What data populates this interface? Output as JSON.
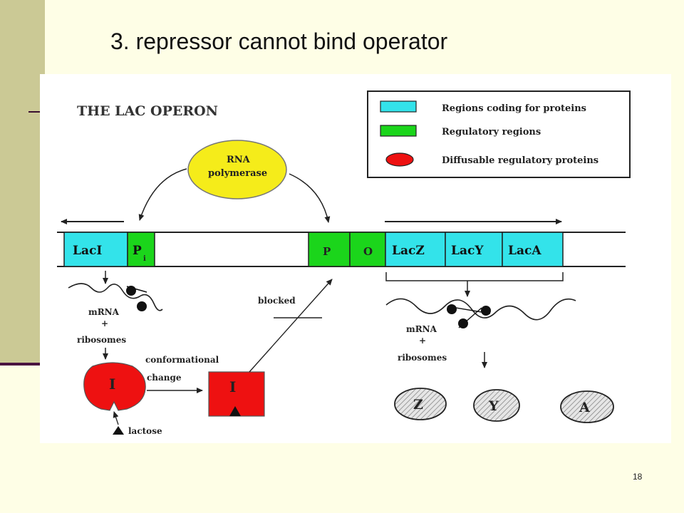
{
  "slide": {
    "title": "3. repressor cannot bind operator",
    "page_number": "18"
  },
  "diagram": {
    "heading": "THE LAC OPERON",
    "legend": {
      "proteins": "Regions coding for proteins",
      "regulatory": "Regulatory regions",
      "diffusable": "Diffusable regulatory proteins"
    },
    "polymerase": {
      "line1": "RNA",
      "line2": "polymerase"
    },
    "genes": {
      "laci": "LacI",
      "pi": "P",
      "pi_sub": "i",
      "p": "P",
      "o": "O",
      "lacz": "LacZ",
      "lacy": "LacY",
      "laca": "LacA"
    },
    "left_pathway": {
      "mrna": "mRNA",
      "plus": "+",
      "ribosomes": "ribosomes",
      "repressor": "I",
      "conformational": "conformational",
      "change": "change",
      "repressor_changed": "I",
      "lactose": "lactose",
      "blocked": "blocked"
    },
    "right_pathway": {
      "mrna": "mRNA",
      "plus": "+",
      "ribosomes": "ribosomes",
      "z": "Z",
      "y": "Y",
      "a": "A"
    },
    "colors": {
      "protein_region": "#33e3ea",
      "regulatory_region": "#1bd51b",
      "regulatory_protein": "#ee1111",
      "polymerase": "#f5ec1a",
      "product": "#cccccc"
    }
  }
}
